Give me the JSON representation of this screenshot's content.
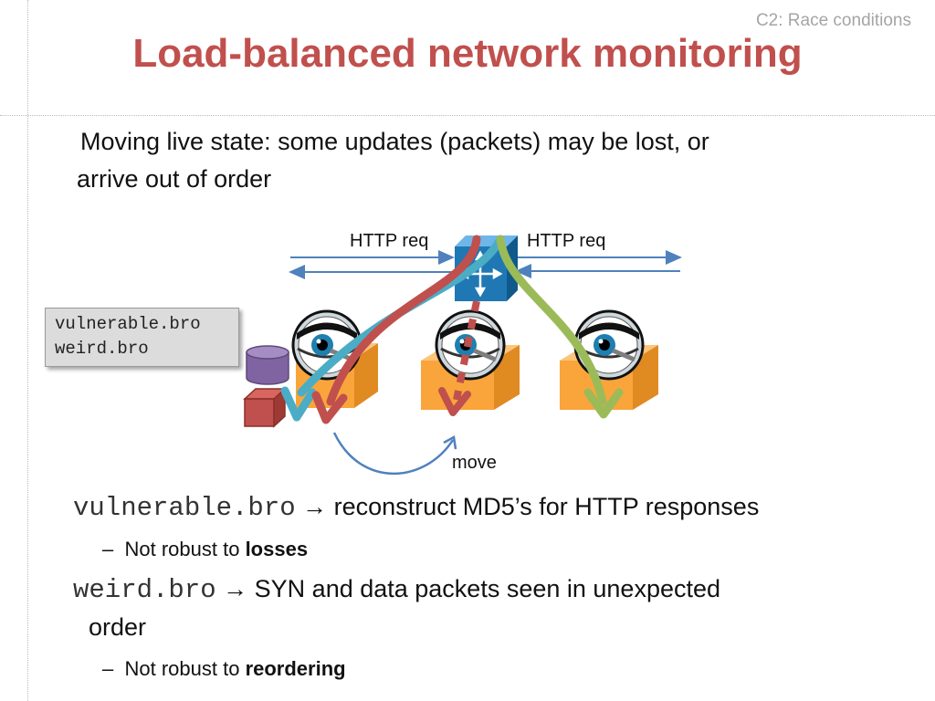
{
  "header": {
    "section": "C2: Race conditions",
    "title": "Load-balanced network monitoring"
  },
  "intro": {
    "line1": "Moving live state: some updates (packets) may be lost, or",
    "line2": "arrive out of order"
  },
  "diagram": {
    "files_box": [
      "vulnerable.bro",
      "weird.bro"
    ],
    "label_left": "HTTP req",
    "label_right": "HTTP req",
    "label_move": "move",
    "colors": {
      "blue_flow": "#4bacc6",
      "red_flow": "#c0504d",
      "green_flow": "#9bbb59",
      "request_arrow": "#4f81bd",
      "box": "#f9a53b",
      "switch": "#1f78b4"
    }
  },
  "bullets": [
    {
      "code": "vulnerable.bro",
      "arrow": "→",
      "text": " reconstruct MD5’s for HTTP responses",
      "sub_prefix": "Not robust to ",
      "sub_bold": "losses"
    },
    {
      "code": "weird.bro",
      "arrow": "→",
      "text": " SYN and data packets seen in unexpected",
      "text2": "order",
      "sub_prefix": "Not robust to ",
      "sub_bold": "reordering"
    }
  ],
  "dash": "–"
}
